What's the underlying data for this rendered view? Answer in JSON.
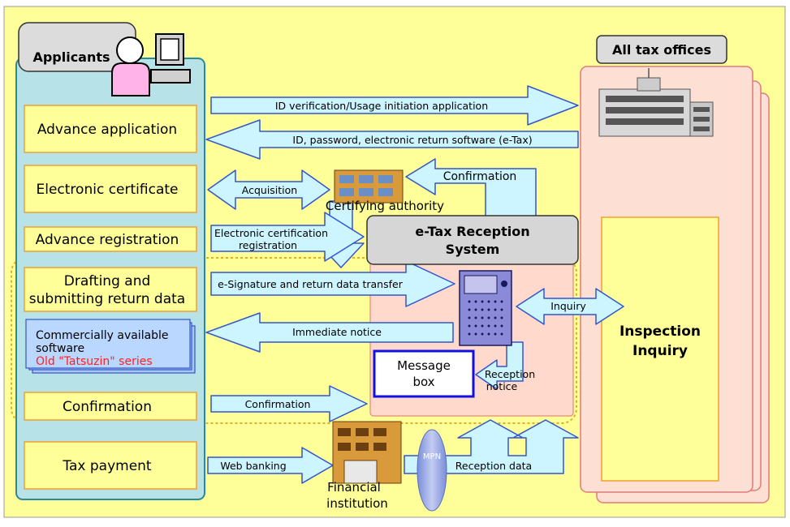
{
  "applicants": {
    "title": "Applicants",
    "steps": {
      "advance_application": "Advance application",
      "electronic_certificate": "Electronic certificate",
      "advance_registration": "Advance registration",
      "drafting_line1": "Drafting and",
      "drafting_line2": "submitting return data",
      "confirmation": "Confirmation",
      "tax_payment": "Tax payment"
    },
    "software": {
      "line1": "Commercially available",
      "line2": "software",
      "line3": "Old \"Tatsuzin\" series"
    }
  },
  "tax_offices": {
    "title": "All tax offices",
    "inspection_line1": "Inspection",
    "inspection_line2": "Inquiry"
  },
  "reception_system": {
    "line1": "e-Tax Reception",
    "line2": "System"
  },
  "message_box": {
    "line1": "Message",
    "line2": "box"
  },
  "certifying_authority": "Certifying authority",
  "financial_institution": {
    "line1": "Financial",
    "line2": "institution"
  },
  "arrows": {
    "id_verification": "ID verification/Usage initiation application",
    "id_password": "ID, password, electronic return software (e-Tax)",
    "acquisition": "Acquisition",
    "confirmation_top": "Confirmation",
    "cert_registration_line1": "Electronic certification",
    "cert_registration_line2": "registration",
    "e_signature": "e-Signature and return data transfer",
    "immediate_notice": "Immediate notice",
    "inquiry": "Inquiry",
    "reception_notice_line1": "Reception",
    "reception_notice_line2": "notice",
    "confirmation_bottom": "Confirmation",
    "web_banking": "Web banking",
    "reception_data": "Reception data"
  },
  "network_label": "MPN",
  "colors": {
    "background": "#ffff99",
    "arrow_fill": "#ccf5ff",
    "arrow_stroke": "#3355cc",
    "step_box": "#ffff99",
    "step_border": "#f0a030",
    "applicant_panel": "#b7e2e8",
    "office_panel": "#fde0d3",
    "reception_panel": "#ffd9cc",
    "software_highlight": "#ff2020"
  }
}
